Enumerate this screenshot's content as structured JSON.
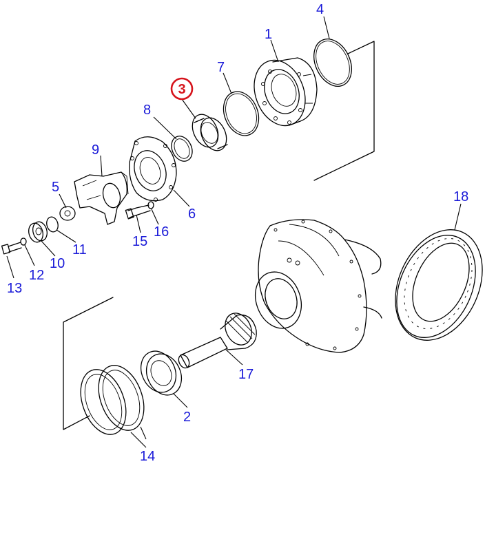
{
  "diagram": {
    "highlight": {
      "label": "3",
      "color": "#d6141c"
    },
    "callout_color": "#1a1ad8",
    "callouts": [
      "4",
      "1",
      "7",
      "8",
      "9",
      "5",
      "6",
      "11",
      "16",
      "15",
      "10",
      "12",
      "13",
      "18",
      "17",
      "2",
      "14"
    ]
  }
}
